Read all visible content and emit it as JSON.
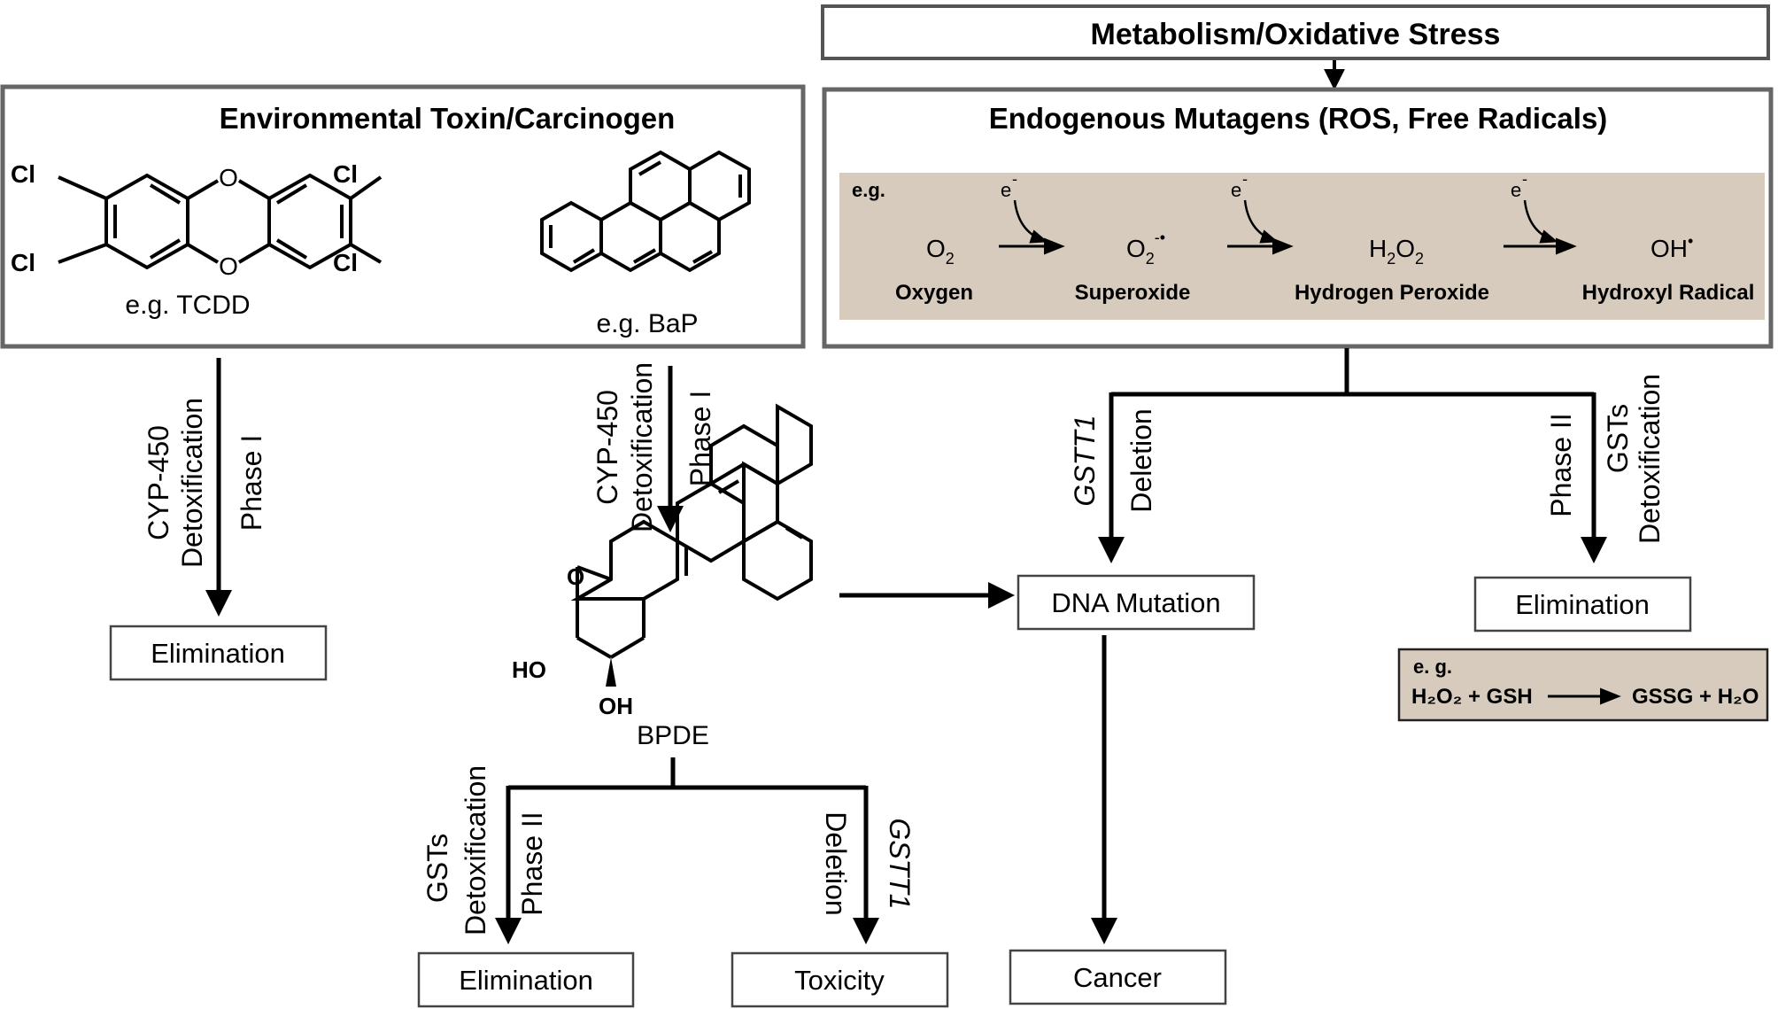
{
  "top_box": {
    "title": "Metabolism/Oxidative Stress"
  },
  "env_box": {
    "title": "Environmental Toxin/Carcinogen",
    "tcdd_caption": "e.g. TCDD",
    "bap_caption": "e.g. BaP",
    "cl_label": "Cl",
    "o_label": "O"
  },
  "endo_box": {
    "title": "Endogenous Mutagens (ROS, Free Radicals)",
    "eg_label": "e.g.",
    "electron": "e",
    "species": [
      {
        "formula": "O",
        "sub": "2",
        "sup": "",
        "name": "Oxygen"
      },
      {
        "formula": "O",
        "sub": "2",
        "sup": "-•",
        "name": "Superoxide"
      },
      {
        "formula": "H",
        "sub": "2",
        "formula2": "O",
        "sub2": "2",
        "name": "Hydrogen Peroxide"
      },
      {
        "formula": "OH",
        "sub": "",
        "sup": "•",
        "name": "Hydroxyl Radical"
      }
    ]
  },
  "left_branch": {
    "lines": [
      "CYP-450",
      "Detoxification",
      "Phase I"
    ],
    "result": "Elimination"
  },
  "bap_branch": {
    "lines": [
      "CYP-450",
      "Detoxification",
      "Phase I"
    ]
  },
  "bpde": {
    "caption": "BPDE",
    "ho_label": "HO",
    "oh_label": "OH",
    "o_label": "O"
  },
  "bpde_left": {
    "lines": [
      "GSTs",
      "Detoxification",
      "Phase II"
    ],
    "result": "Elimination"
  },
  "bpde_right": {
    "gene": "GSTT1",
    "word": "Deletion",
    "result": "Toxicity"
  },
  "endo_left": {
    "gene": "GSTT1",
    "word": "Deletion",
    "result": "DNA Mutation"
  },
  "endo_right": {
    "lines": [
      "Phase II",
      "GSTs",
      "Detoxification"
    ],
    "result": "Elimination"
  },
  "cancer": {
    "label": "Cancer"
  },
  "reaction_box": {
    "eg": "e. g.",
    "lhs": "H₂O₂ + GSH",
    "rhs": "GSSG + H₂O"
  }
}
